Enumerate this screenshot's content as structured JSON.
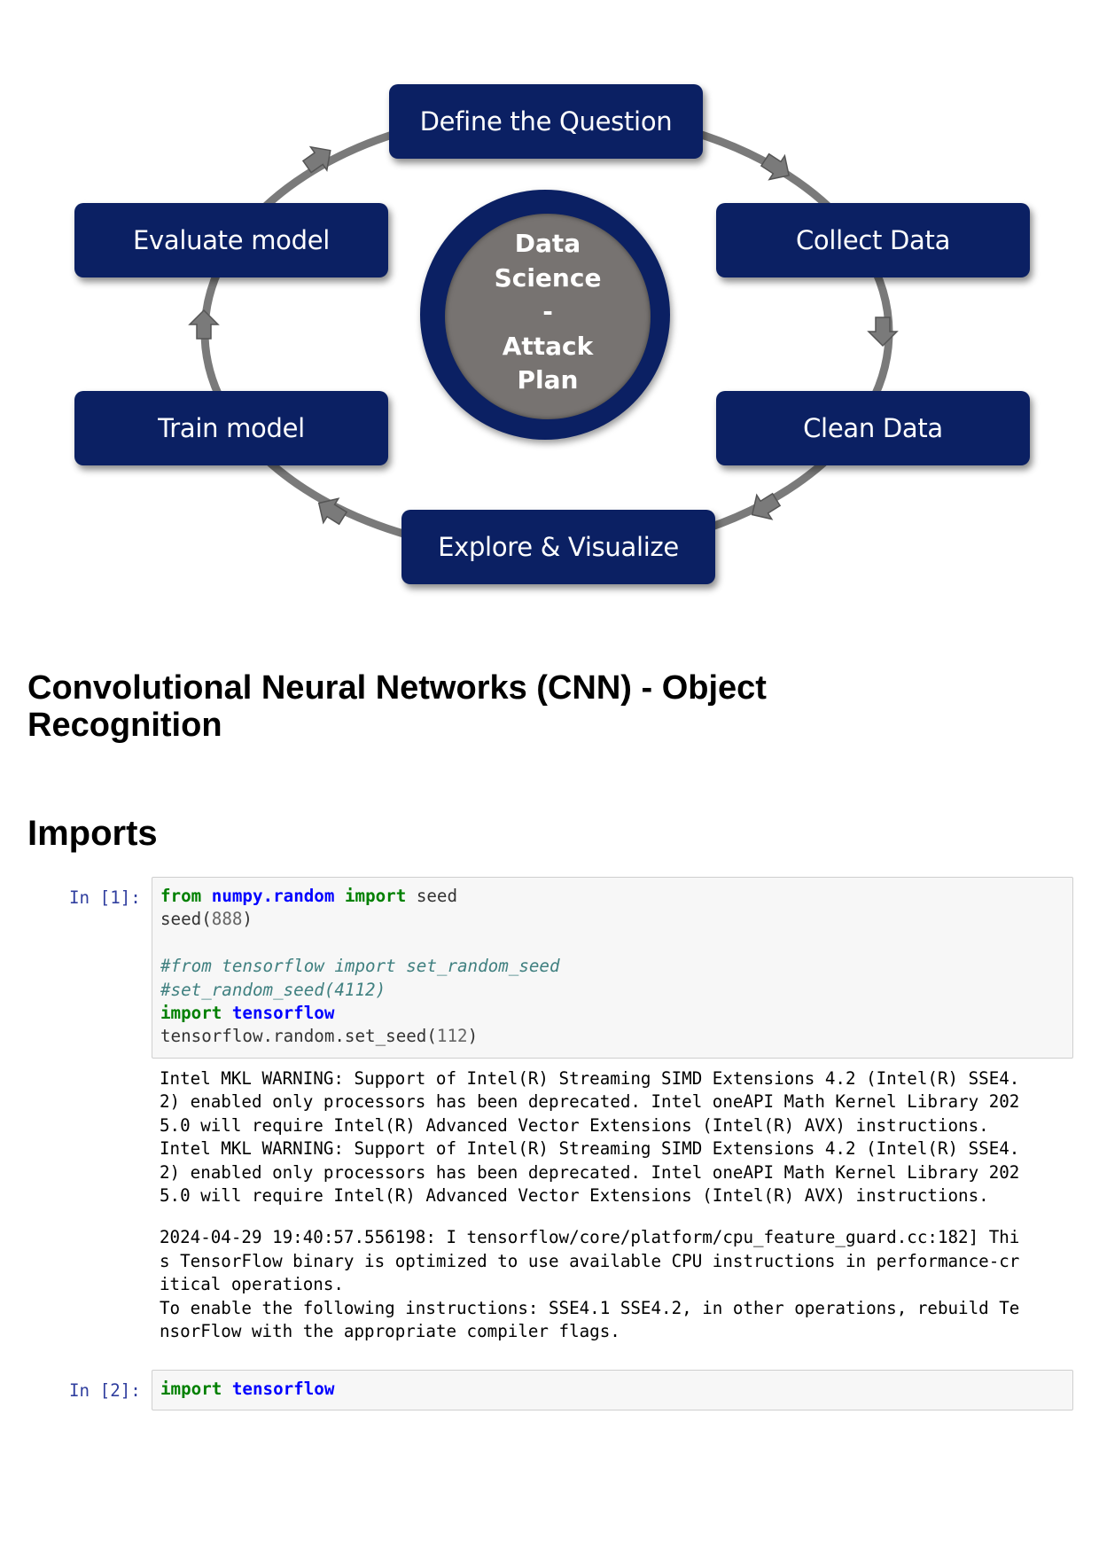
{
  "diagram": {
    "steps": {
      "define": "Define the Question",
      "collect": "Collect Data",
      "clean": "Clean Data",
      "explore": "Explore & Visualize",
      "train": "Train model",
      "evaluate": "Evaluate model"
    },
    "center_lines": [
      "Data",
      "Science",
      "-",
      "Attack",
      "Plan"
    ],
    "colors": {
      "box": "#0b2063",
      "center_fill": "#777371",
      "cycle_line": "#7a7a7a"
    }
  },
  "title_lines": [
    "Convolutional Neural Networks (CNN) - Object",
    "Recognition"
  ],
  "imports_heading": "Imports",
  "cells": [
    {
      "prompt": "In [1]:",
      "code": [
        [
          {
            "t": "from",
            "c": "kw"
          },
          {
            "t": " ",
            "c": "pn"
          },
          {
            "t": "numpy.random",
            "c": "mod"
          },
          {
            "t": " ",
            "c": "pn"
          },
          {
            "t": "import",
            "c": "kw"
          },
          {
            "t": " seed",
            "c": "pn"
          }
        ],
        [
          {
            "t": "seed(",
            "c": "pn"
          },
          {
            "t": "888",
            "c": "num"
          },
          {
            "t": ")",
            "c": "pn"
          }
        ],
        [],
        [
          {
            "t": "#from tensorflow import set_random_seed",
            "c": "cm"
          }
        ],
        [
          {
            "t": "#set_random_seed(4112)",
            "c": "cm"
          }
        ],
        [
          {
            "t": "import",
            "c": "kw"
          },
          {
            "t": " ",
            "c": "pn"
          },
          {
            "t": "tensorflow",
            "c": "mod"
          }
        ],
        [
          {
            "t": "tensorflow.random.set_seed(",
            "c": "pn"
          },
          {
            "t": "112",
            "c": "num"
          },
          {
            "t": ")",
            "c": "pn"
          }
        ]
      ],
      "output_blocks": [
        [
          "Intel MKL WARNING: Support of Intel(R) Streaming SIMD Extensions 4.2 (Intel(R) SSE4.",
          "2) enabled only processors has been deprecated. Intel oneAPI Math Kernel Library 202",
          "5.0 will require Intel(R) Advanced Vector Extensions (Intel(R) AVX) instructions.",
          "Intel MKL WARNING: Support of Intel(R) Streaming SIMD Extensions 4.2 (Intel(R) SSE4.",
          "2) enabled only processors has been deprecated. Intel oneAPI Math Kernel Library 202",
          "5.0 will require Intel(R) Advanced Vector Extensions (Intel(R) AVX) instructions."
        ],
        [
          "2024-04-29 19:40:57.556198: I tensorflow/core/platform/cpu_feature_guard.cc:182] Thi",
          "s TensorFlow binary is optimized to use available CPU instructions in performance-cr",
          "itical operations.",
          "To enable the following instructions: SSE4.1 SSE4.2, in other operations, rebuild Te",
          "nsorFlow with the appropriate compiler flags."
        ]
      ]
    },
    {
      "prompt": "In [2]:",
      "code": [
        [
          {
            "t": "import",
            "c": "kw"
          },
          {
            "t": " ",
            "c": "pn"
          },
          {
            "t": "tensorflow",
            "c": "mod"
          }
        ]
      ]
    }
  ]
}
